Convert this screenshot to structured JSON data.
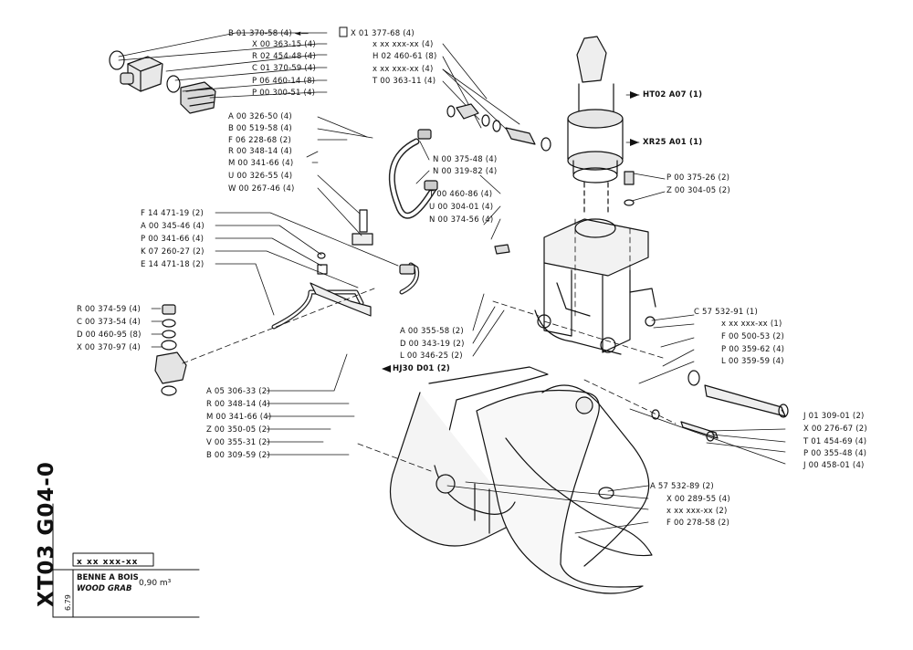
{
  "document": {
    "code": "XT03 G04-0",
    "date": "6.79",
    "part_code": "x xx xxx-xx",
    "title_fr": "BENNE A BOIS",
    "title_en": "WOOD GRAB",
    "capacity": "0,90 m³"
  },
  "labels_top": [
    "B 01 370-58 (4)",
    "X 01 377-68 (4)",
    "X 00 363-15 (4)",
    "R 02 454-48 (4)",
    "C 01 370-59 (4)",
    "P 06 460-14 (8)",
    "P 00 300-51 (4)",
    "x xx xxx-xx (4)",
    "H 02 460-61 (8)",
    "x xx xxx-xx (4)",
    "T 00 363-11 (4)"
  ],
  "labels_left": [
    "A 00 326-50 (4)",
    "B 00 519-58 (4)",
    "F 06 228-68 (2)",
    "R 00 348-14 (4)",
    "M 00 341-66 (4)",
    "U 00 326-55 (4)",
    "W 00 267-46 (4)",
    "F 14 471-19 (2)",
    "A 00 345-46 (4)",
    "P 00 341-66 (4)",
    "K 07 260-27 (2)",
    "E 14 471-18 (2)",
    "R 00 374-59 (4)",
    "C 00 373-54 (4)",
    "D 00 460-95 (8)",
    "X 00 370-97 (4)"
  ],
  "labels_center": [
    "N 00 375-48 (4)",
    "N 00 319-82 (4)",
    "T 00 460-86 (4)",
    "U 00 304-01 (4)",
    "N 00 374-56 (4)",
    "A 00 355-58 (2)",
    "D 00 343-19 (2)",
    "L 00 346-25 (2)",
    "HJ30 D01 (2)"
  ],
  "labels_bottom_left": [
    "A 05 306-33 (2)",
    "R 00 348-14 (4)",
    "M 00 341-66 (4)",
    "Z 00 350-05 (2)",
    "V 00 355-31 (2)",
    "B 00 309-59 (2)"
  ],
  "labels_right": [
    "HT02 A07 (1)",
    "XR25 A01 (1)",
    "P 00 375-26 (2)",
    "Z 00 304-05 (2)",
    "C 57 532-91 (1)",
    "x xx xxx-xx (1)",
    "F 00 500-53 (2)",
    "P 00 359-62 (4)",
    "L 00 359-59 (4)",
    "J 01 309-01 (2)",
    "X 00 276-67 (2)",
    "T 01 454-69 (4)",
    "P 00 355-48 (4)",
    "J 00 458-01 (4)",
    "A 57 532-89 (2)",
    "X 00 289-55 (4)",
    "x xx xxx-xx (2)",
    "F 00 278-58 (2)"
  ]
}
